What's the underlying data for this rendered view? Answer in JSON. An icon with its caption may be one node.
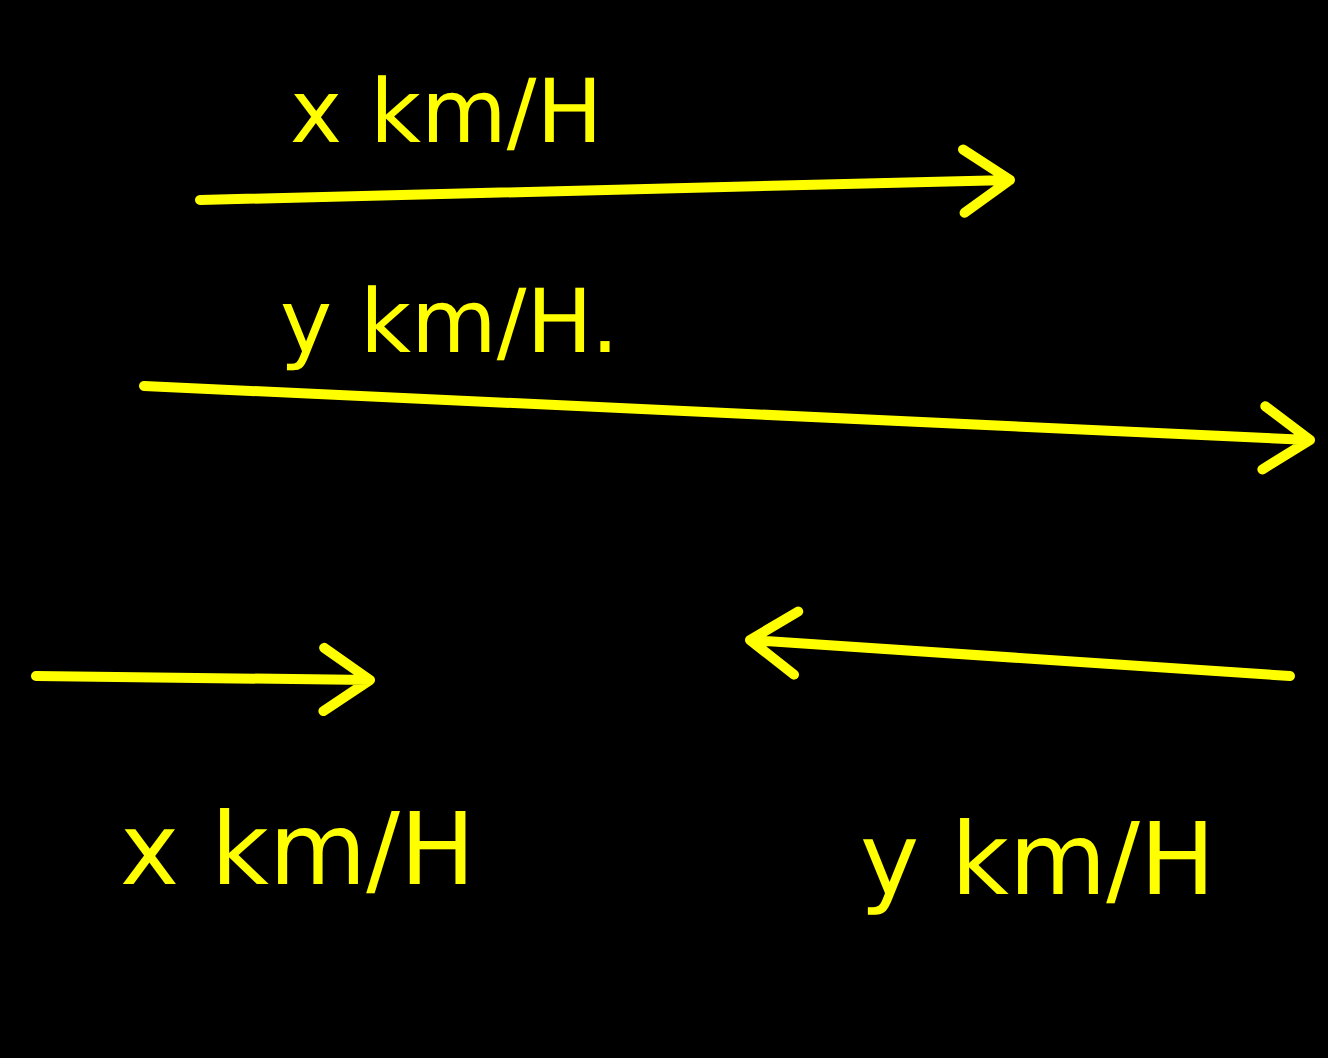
{
  "diagram": {
    "labels": [
      "x km/H",
      "y km/H.",
      "x km/H",
      "y km/H"
    ]
  }
}
